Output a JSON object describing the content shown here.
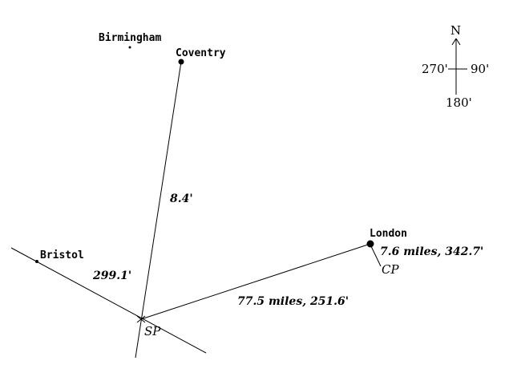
{
  "cities": {
    "birmingham": "Birmingham",
    "coventry": "Coventry",
    "london": "London",
    "bristol": "Bristol"
  },
  "measurements": {
    "coventry_bearing": "8.4'",
    "bristol_bearing": "299.1'",
    "london_distance_bearing": "77.5 miles, 251.6'",
    "cp_distance_bearing": "7.6 miles, 342.7'"
  },
  "points": {
    "start": "SP",
    "check": "CP"
  },
  "compass": {
    "north": "N",
    "east": "90'",
    "south": "180'",
    "west": "270'"
  },
  "colors": {
    "ink": "#000000",
    "background": "#ffffff"
  }
}
